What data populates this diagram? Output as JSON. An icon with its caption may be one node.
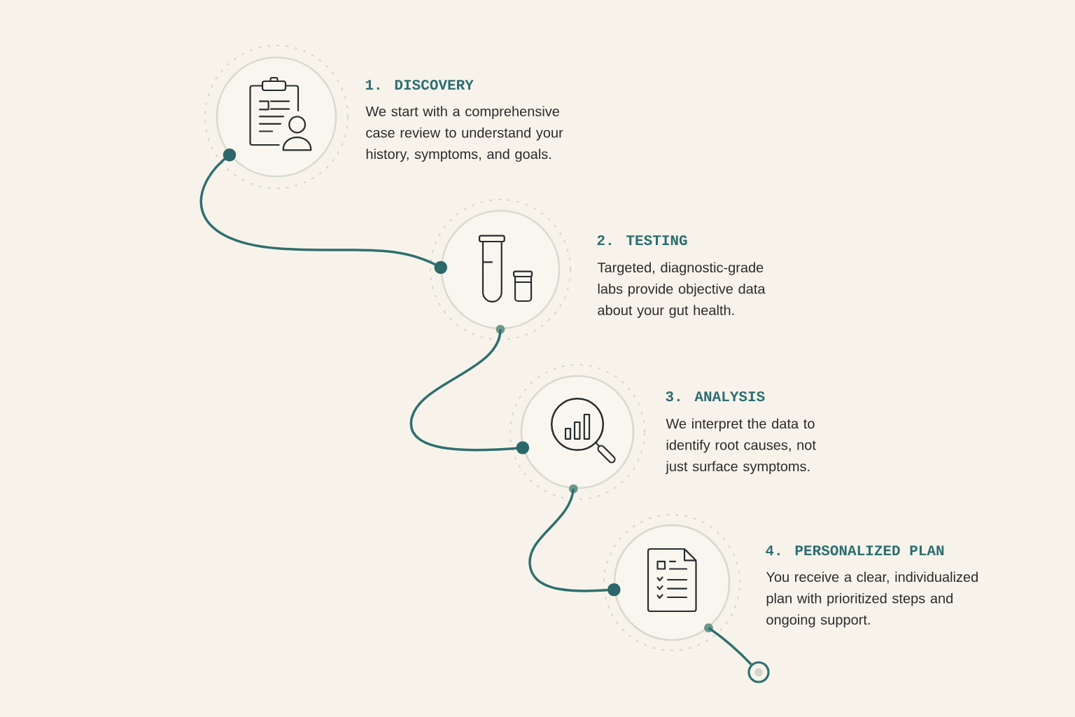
{
  "diagram": {
    "nodes": [
      {
        "text": [
          "1. DISCOVERY",
          "We start with a comprehensive case review to understand your history, symptoms, and goals."
        ]
      },
      {
        "text": [
          "2. TESTING",
          "Targeted, diagnostic-grade labs provide objective data about your gut health."
        ]
      },
      {
        "text": [
          "3. ANALYSIS",
          "We interpret the data to identify root causes, not just surface symptoms."
        ]
      },
      {
        "text": [
          "4. PERSONALIZED PLAN",
          "You receive a clear, individualized plan with prioritized steps and ongoing support."
        ]
      },
      {
        "text": [],
        "shape": "circle"
      }
    ],
    "edges": [
      {
        "from": 0,
        "to": 1,
        "arrow": "other"
      },
      {
        "from": 1,
        "to": 2,
        "arrow": "other"
      },
      {
        "from": 2,
        "to": 3,
        "arrow": "other"
      },
      {
        "from": 3,
        "to": 4,
        "arrow": "none"
      }
    ]
  }
}
